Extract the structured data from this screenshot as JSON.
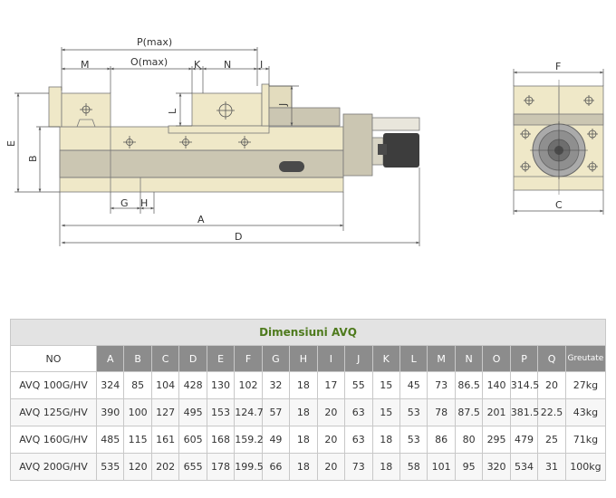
{
  "drawing": {
    "front_labels": {
      "P": "P(max)",
      "M": "M",
      "O": "O(max)",
      "K": "K",
      "N": "N",
      "I": "I",
      "L": "L",
      "J": "J",
      "E": "E",
      "B": "B",
      "G": "G",
      "H": "H",
      "A": "A",
      "D": "D"
    },
    "side_labels": {
      "F": "F",
      "C": "C"
    }
  },
  "table": {
    "title": "Dimensiuni AVQ",
    "no_header": "NO",
    "columns": [
      "A",
      "B",
      "C",
      "D",
      "E",
      "F",
      "G",
      "H",
      "I",
      "J",
      "K",
      "L",
      "M",
      "N",
      "O",
      "P",
      "Q",
      "Greutate"
    ],
    "rows": [
      [
        "AVQ 100G/HV",
        "324",
        "85",
        "104",
        "428",
        "130",
        "102",
        "32",
        "18",
        "17",
        "55",
        "15",
        "45",
        "73",
        "86.5",
        "140",
        "314.5",
        "20",
        "27kg"
      ],
      [
        "AVQ 125G/HV",
        "390",
        "100",
        "127",
        "495",
        "153",
        "124.7",
        "57",
        "18",
        "20",
        "63",
        "15",
        "53",
        "78",
        "87.5",
        "201",
        "381.5",
        "22.5",
        "43kg"
      ],
      [
        "AVQ 160G/HV",
        "485",
        "115",
        "161",
        "605",
        "168",
        "159.2",
        "49",
        "18",
        "20",
        "63",
        "18",
        "53",
        "86",
        "80",
        "295",
        "479",
        "25",
        "71kg"
      ],
      [
        "AVQ 200G/HV",
        "535",
        "120",
        "202",
        "655",
        "178",
        "199.5",
        "66",
        "18",
        "20",
        "73",
        "18",
        "58",
        "101",
        "95",
        "320",
        "534",
        "31",
        "100kg"
      ]
    ]
  },
  "colors": {
    "body": "#efe8c8",
    "rail": "#cbc6b2",
    "handle_dark": "#3d3d3d",
    "title_green": "#4e7a1d",
    "header_gray": "#8c8c8c"
  }
}
